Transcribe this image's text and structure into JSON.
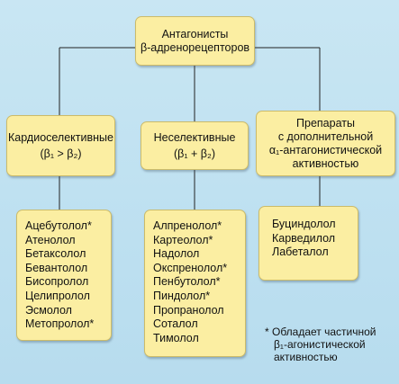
{
  "root": {
    "line1": "Антагонисты",
    "line2": "β-адренорецепторов"
  },
  "categories": [
    {
      "title": "Кардиоселективные",
      "formula": "(β₁ > β₂)"
    },
    {
      "title": "Неселективные",
      "formula": "(β₁ + β₂)"
    },
    {
      "title_lines": [
        "Препараты",
        "с дополнительной",
        "α₁-антагонистической",
        "активностью"
      ]
    }
  ],
  "lists": [
    [
      "Ацебутолол*",
      "Атенолол",
      "Бетаксолол",
      "Бевантолол",
      "Бисопролол",
      "Целипролол",
      "Эсмолол",
      "Метопролол*"
    ],
    [
      "Алпренолол*",
      "Картеолол*",
      "Надолол",
      "Окспренолол*",
      "Пенбутолол*",
      "Пиндолол*",
      "Пропранолол",
      "Соталол",
      "Тимолол"
    ],
    [
      "Буциндолол",
      "Карведилол",
      "Лабеталол"
    ]
  ],
  "footnote": {
    "line1": "* Обладает частичной",
    "line2": "β₁-агонистической",
    "line3": "активностью"
  },
  "colors": {
    "background": "#c1e2f2",
    "box": "#fbeea2",
    "line": "#222222"
  }
}
